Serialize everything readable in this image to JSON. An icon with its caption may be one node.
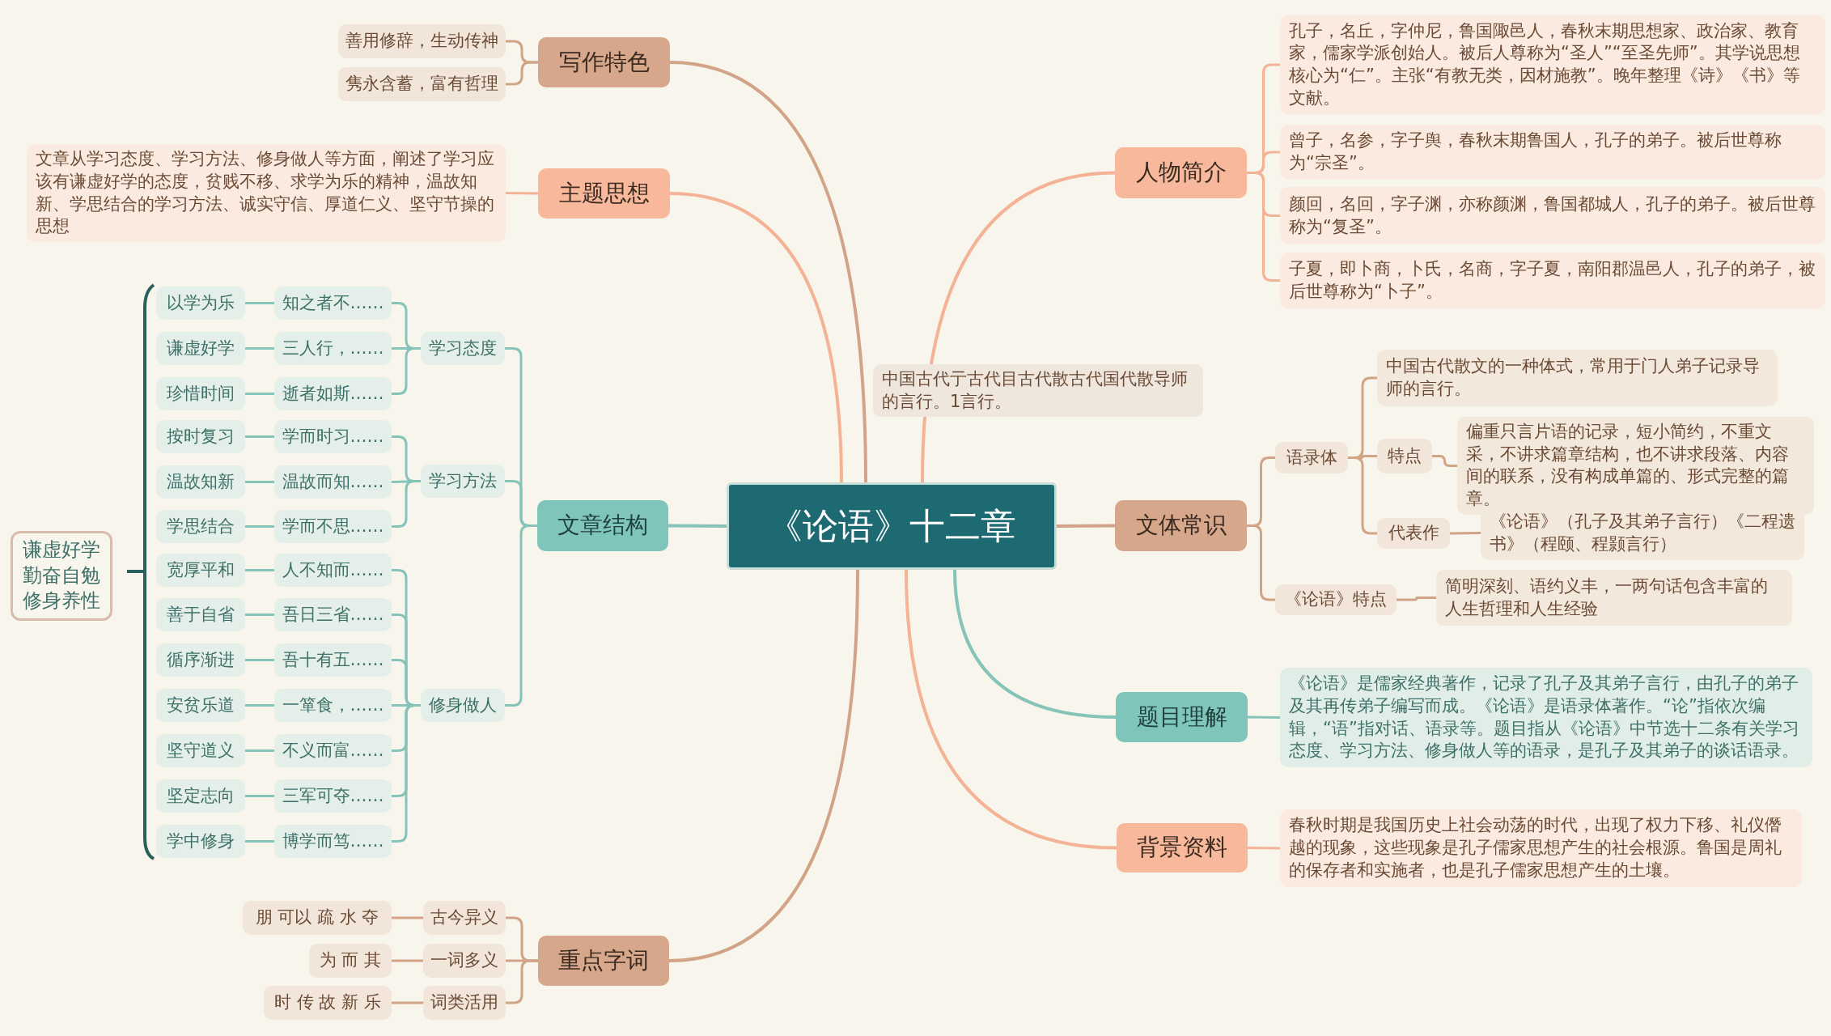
{
  "diagram": {
    "nodes": [
      {
        "text": [
          "《论语》十二章"
        ]
      },
      {
        "text": [
          "写作特色"
        ]
      },
      {
        "text": [
          "善用修辞，生动传神"
        ]
      },
      {
        "text": [
          "隽永含蓄，富有哲理"
        ]
      },
      {
        "text": [
          "主题思想"
        ]
      },
      {
        "text": [
          "文章从学习态度、学习方法、修身做人等方面，阐述了学习应该有谦虚好学的态度，贫贱不移、求学为乐的精神，温故知新、学思结合的学习方法、诚实守信、厚道仁义、坚守节操的思想"
        ]
      },
      {
        "text": [
          "文章结构"
        ]
      },
      {
        "text": [
          "学习态度"
        ]
      },
      {
        "text": [
          "学习方法"
        ]
      },
      {
        "text": [
          "修身做人"
        ]
      },
      {
        "text": [
          "知之者不……"
        ]
      },
      {
        "text": [
          "三人行，……"
        ]
      },
      {
        "text": [
          "逝者如斯……"
        ]
      },
      {
        "text": [
          "学而时习……"
        ]
      },
      {
        "text": [
          "温故而知……"
        ]
      },
      {
        "text": [
          "学而不思……"
        ]
      },
      {
        "text": [
          "人不知而……"
        ]
      },
      {
        "text": [
          "吾日三省……"
        ]
      },
      {
        "text": [
          "吾十有五……"
        ]
      },
      {
        "text": [
          "一箪食，……"
        ]
      },
      {
        "text": [
          "不义而富……"
        ]
      },
      {
        "text": [
          "三军可夺……"
        ]
      },
      {
        "text": [
          "博学而笃……"
        ]
      },
      {
        "text": [
          "以学为乐"
        ]
      },
      {
        "text": [
          "谦虚好学"
        ]
      },
      {
        "text": [
          "珍惜时间"
        ]
      },
      {
        "text": [
          "按时复习"
        ]
      },
      {
        "text": [
          "温故知新"
        ]
      },
      {
        "text": [
          "学思结合"
        ]
      },
      {
        "text": [
          "宽厚平和"
        ]
      },
      {
        "text": [
          "善于自省"
        ]
      },
      {
        "text": [
          "循序渐进"
        ]
      },
      {
        "text": [
          "安贫乐道"
        ]
      },
      {
        "text": [
          "坚守道义"
        ]
      },
      {
        "text": [
          "坚定志向"
        ]
      },
      {
        "text": [
          "学中修身"
        ]
      },
      {
        "text": [
          "谦虚好学勤奋自勉修身养性"
        ]
      },
      {
        "text": [
          "重点字词"
        ]
      },
      {
        "text": [
          "古今异义"
        ]
      },
      {
        "text": [
          "一词多义"
        ]
      },
      {
        "text": [
          "词类活用"
        ]
      },
      {
        "text": [
          "朋 可以 疏 水 夺"
        ]
      },
      {
        "text": [
          "为 而 其"
        ]
      },
      {
        "text": [
          "时 传 故 新 乐"
        ]
      },
      {
        "text": [
          "人物简介"
        ]
      },
      {
        "text": [
          "孔子，名丘，字仲尼，鲁国陬邑人，春秋末期思想家、政治家、教育家，儒家学派创始人。被后人尊称为“圣人”“至圣先师”。其学说思想核心为“仁”。主张“有教无类，因材施教”。晚年整理《诗》《书》等文献。"
        ]
      },
      {
        "text": [
          "曾子，名参，字子舆，春秋末期鲁国人，孔子的弟子。被后世尊称为“宗圣”。"
        ]
      },
      {
        "text": [
          "颜回，名回，字子渊，亦称颜渊，鲁国都城人，孔子的弟子。被后世尊称为“复圣”。"
        ]
      },
      {
        "text": [
          "子夏，即卜商，卜氏，名商，字子夏，南阳郡温邑人，孔子的弟子，被后世尊称为“卜子”。"
        ]
      },
      {
        "text": [
          "文体常识"
        ]
      },
      {
        "text": [
          "语录体"
        ]
      },
      {
        "text": [
          "中国古代散文的一种体式，常用于门人弟子记录导师的言行。"
        ]
      },
      {
        "text": [
          "特点"
        ]
      },
      {
        "text": [
          "偏重只言片语的记录，短小简约，不重文采，不讲求篇章结构，也不讲求段落、内容间的联系，没有构成单篇的、形式完整的篇章。"
        ]
      },
      {
        "text": [
          "代表作"
        ]
      },
      {
        "text": [
          "《论语》（孔子及其弟子言行）《二程遗书》（程颐、程颢言行）"
        ]
      },
      {
        "text": [
          "《论语》特点"
        ]
      },
      {
        "text": [
          "简明深刻、语约义丰，一两句话包含丰富的人生哲理和人生经验"
        ]
      },
      {
        "text": [
          "题目理解"
        ]
      },
      {
        "text": [
          "《论语》是儒家经典著作，记录了孔子及其弟子言行，由孔子的弟子及其再传弟子编写而成。《论语》是语录体著作。“论”指依次编辑，“语”指对话、语录等。题目指从《论语》中节选十二条有关学习态度、学习方法、修身做人等的语录，是孔子及其弟子的谈话语录。"
        ]
      },
      {
        "text": [
          "背景资料"
        ]
      },
      {
        "text": [
          "春秋时期是我国历史上社会动荡的时代，出现了权力下移、礼仪僭越的现象，这些现象是孔子儒家思想产生的社会根源。鲁国是周礼的保存者和实施者，也是孔子儒家思想产生的土壤。"
        ]
      }
    ],
    "edges": [
      {
        "from": 0,
        "to": 1,
        "arrow": "none",
        "color": "#d2a487"
      },
      {
        "from": 0,
        "to": 4,
        "arrow": "none",
        "color": "#f4b396"
      },
      {
        "from": 0,
        "to": 6,
        "arrow": "none"
      },
      {
        "from": 0,
        "to": 37,
        "arrow": "none",
        "color": "#d2a487"
      },
      {
        "from": 0,
        "to": 44,
        "arrow": "none",
        "color": "#f4b396"
      },
      {
        "from": 0,
        "to": 49,
        "arrow": "none",
        "color": "#d2a487"
      },
      {
        "from": 0,
        "to": 58,
        "arrow": "none"
      },
      {
        "from": 0,
        "to": 60,
        "arrow": "none",
        "color": "#f4b396"
      },
      {
        "from": 1,
        "to": 2,
        "arrow": "none",
        "color": "#d2a487"
      },
      {
        "from": 1,
        "to": 3,
        "arrow": "none",
        "color": "#d2a487"
      },
      {
        "from": 4,
        "to": 5,
        "arrow": "none",
        "color": "#f4b396"
      },
      {
        "from": 6,
        "to": 7,
        "arrow": "none"
      },
      {
        "from": 6,
        "to": 8,
        "arrow": "none"
      },
      {
        "from": 6,
        "to": 9,
        "arrow": "none"
      },
      {
        "from": 7,
        "to": 10,
        "arrow": "none"
      },
      {
        "from": 7,
        "to": 11,
        "arrow": "none"
      },
      {
        "from": 7,
        "to": 12,
        "arrow": "none"
      },
      {
        "from": 8,
        "to": 13,
        "arrow": "none"
      },
      {
        "from": 8,
        "to": 14,
        "arrow": "none"
      },
      {
        "from": 8,
        "to": 15,
        "arrow": "none"
      },
      {
        "from": 9,
        "to": 16,
        "arrow": "none"
      },
      {
        "from": 9,
        "to": 17,
        "arrow": "none"
      },
      {
        "from": 9,
        "to": 18,
        "arrow": "none"
      },
      {
        "from": 9,
        "to": 19,
        "arrow": "none"
      },
      {
        "from": 9,
        "to": 20,
        "arrow": "none"
      },
      {
        "from": 9,
        "to": 21,
        "arrow": "none"
      },
      {
        "from": 9,
        "to": 22,
        "arrow": "none"
      },
      {
        "from": 10,
        "to": 23,
        "arrow": "none"
      },
      {
        "from": 11,
        "to": 24,
        "arrow": "none"
      },
      {
        "from": 12,
        "to": 25,
        "arrow": "none"
      },
      {
        "from": 13,
        "to": 26,
        "arrow": "none"
      },
      {
        "from": 14,
        "to": 27,
        "arrow": "none"
      },
      {
        "from": 15,
        "to": 28,
        "arrow": "none"
      },
      {
        "from": 16,
        "to": 29,
        "arrow": "none"
      },
      {
        "from": 17,
        "to": 30,
        "arrow": "none"
      },
      {
        "from": 18,
        "to": 31,
        "arrow": "none"
      },
      {
        "from": 19,
        "to": 32,
        "arrow": "none"
      },
      {
        "from": 20,
        "to": 33,
        "arrow": "none"
      },
      {
        "from": 21,
        "to": 34,
        "arrow": "none"
      },
      {
        "from": 22,
        "to": 35,
        "arrow": "none"
      },
      {
        "from": 37,
        "to": 38,
        "arrow": "none",
        "color": "#d2a487"
      },
      {
        "from": 37,
        "to": 39,
        "arrow": "none",
        "color": "#d2a487"
      },
      {
        "from": 37,
        "to": 40,
        "arrow": "none",
        "color": "#d2a487"
      },
      {
        "from": 38,
        "to": 41,
        "arrow": "none",
        "color": "#d2a487"
      },
      {
        "from": 39,
        "to": 42,
        "arrow": "none",
        "color": "#d2a487"
      },
      {
        "from": 40,
        "to": 43,
        "arrow": "none",
        "color": "#d2a487"
      },
      {
        "from": 44,
        "to": 45,
        "arrow": "none",
        "color": "#f4b396"
      },
      {
        "from": 44,
        "to": 46,
        "arrow": "none",
        "color": "#f4b396"
      },
      {
        "from": 44,
        "to": 47,
        "arrow": "none",
        "color": "#f4b396"
      },
      {
        "from": 44,
        "to": 48,
        "arrow": "none",
        "color": "#f4b396"
      },
      {
        "from": 49,
        "to": 50,
        "arrow": "none",
        "color": "#d2a487"
      },
      {
        "from": 49,
        "to": 56,
        "arrow": "none",
        "color": "#d2a487"
      },
      {
        "from": 50,
        "to": 51,
        "arrow": "none",
        "color": "#d2a487"
      },
      {
        "from": 50,
        "to": 52,
        "arrow": "none",
        "color": "#d2a487"
      },
      {
        "from": 50,
        "to": 54,
        "arrow": "none",
        "color": "#d2a487"
      },
      {
        "from": 52,
        "to": 53,
        "arrow": "none",
        "color": "#d2a487"
      },
      {
        "from": 54,
        "to": 55,
        "arrow": "none",
        "color": "#d2a487"
      },
      {
        "from": 56,
        "to": 57,
        "arrow": "none",
        "color": "#d2a487"
      },
      {
        "from": 58,
        "to": 59,
        "arrow": "none"
      },
      {
        "from": 60,
        "to": 61,
        "arrow": "none",
        "color": "#f4b396"
      }
    ],
    "labels": [
      "中国古代亍古代目古代散古代国代散导师的言行。1言行。"
    ]
  }
}
